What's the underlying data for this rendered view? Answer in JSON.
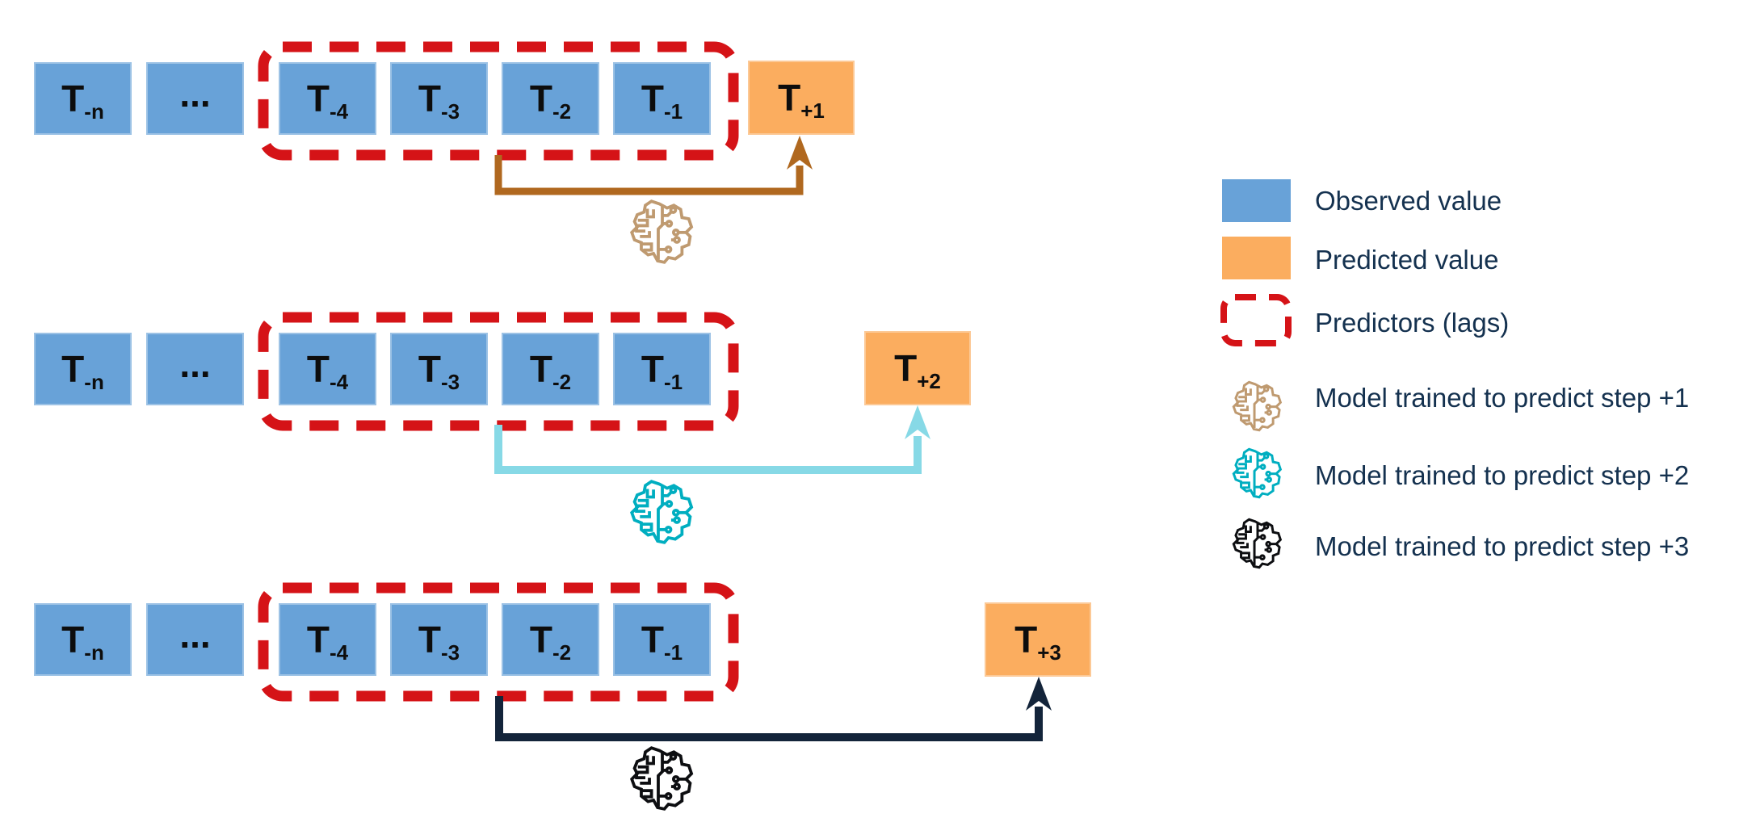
{
  "colors": {
    "observed": "#68A2D8",
    "predicted": "#FBAD5F",
    "lags": "#D51317",
    "arrow1": "#B0681F",
    "model1": "#BF9A70",
    "arrow2": "#87D9E6",
    "model2": "#00AEC0",
    "arrow3": "#13243A",
    "model3": "#0D0E11",
    "text": "#14314F"
  },
  "rows": [
    {
      "name": "forecast-step-1",
      "cells": [
        {
          "main": "T",
          "sub": "-n"
        },
        {
          "main": "...",
          "sub": ""
        },
        {
          "main": "T",
          "sub": "-4"
        },
        {
          "main": "T",
          "sub": "-3"
        },
        {
          "main": "T",
          "sub": "-2"
        },
        {
          "main": "T",
          "sub": "-1"
        }
      ],
      "predicted": {
        "main": "T",
        "sub": "+1"
      }
    },
    {
      "name": "forecast-step-2",
      "cells": [
        {
          "main": "T",
          "sub": "-n"
        },
        {
          "main": "...",
          "sub": ""
        },
        {
          "main": "T",
          "sub": "-4"
        },
        {
          "main": "T",
          "sub": "-3"
        },
        {
          "main": "T",
          "sub": "-2"
        },
        {
          "main": "T",
          "sub": "-1"
        }
      ],
      "predicted": {
        "main": "T",
        "sub": "+2"
      }
    },
    {
      "name": "forecast-step-3",
      "cells": [
        {
          "main": "T",
          "sub": "-n"
        },
        {
          "main": "...",
          "sub": ""
        },
        {
          "main": "T",
          "sub": "-4"
        },
        {
          "main": "T",
          "sub": "-3"
        },
        {
          "main": "T",
          "sub": "-2"
        },
        {
          "main": "T",
          "sub": "-1"
        }
      ],
      "predicted": {
        "main": "T",
        "sub": "+3"
      }
    }
  ],
  "legend": {
    "items": [
      {
        "icon": "observed-swatch",
        "label": "Observed value"
      },
      {
        "icon": "predicted-swatch",
        "label": "Predicted value"
      },
      {
        "icon": "lags-dashed-swatch",
        "label": "Predictors (lags)"
      },
      {
        "icon": "brain-circuit-icon-tan",
        "label": "Model trained to predict step +1"
      },
      {
        "icon": "brain-circuit-icon-teal",
        "label": "Model trained to predict step +2"
      },
      {
        "icon": "brain-circuit-icon-black",
        "label": "Model trained to predict step +3"
      }
    ]
  }
}
